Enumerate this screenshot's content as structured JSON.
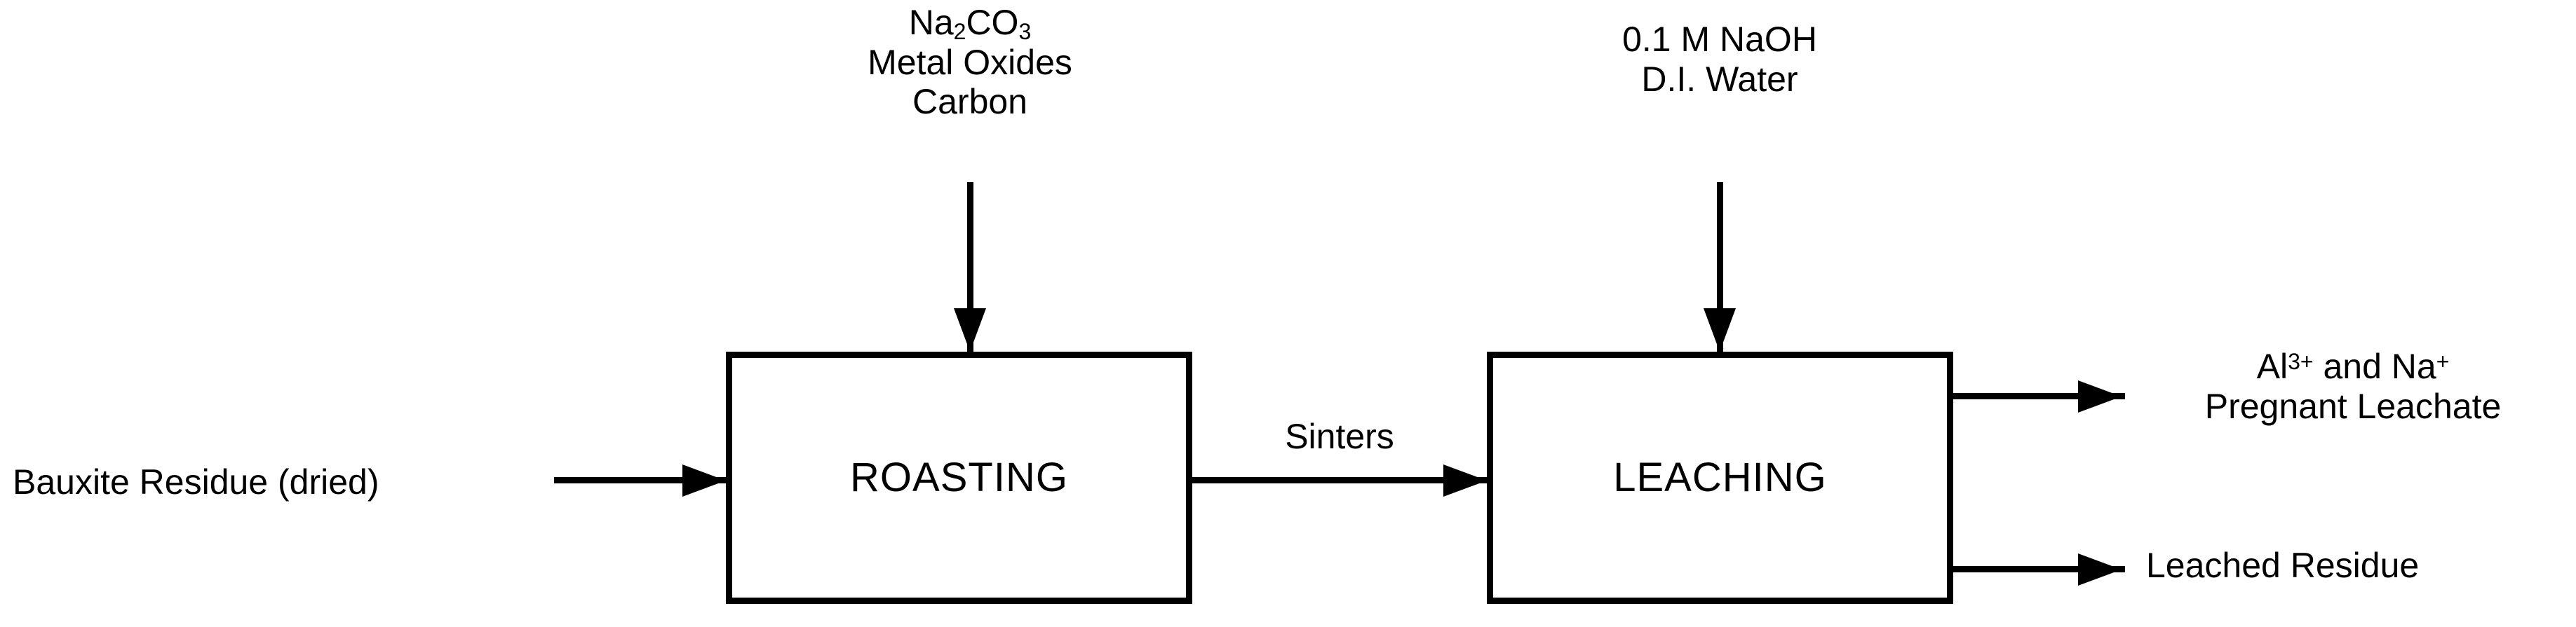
{
  "diagram": {
    "type": "process-flow-diagram",
    "title": "Bauxite Residue Roasting and Leaching Process Flow",
    "background_color": "#ffffff",
    "line_color": "#000000",
    "text_color": "#000000"
  },
  "processes": [
    {
      "id": "roasting",
      "label": "ROASTING"
    },
    {
      "id": "leaching",
      "label": "LEACHING"
    }
  ],
  "streams": {
    "feed": {
      "label": "Bauxite Residue (dried)",
      "target": "roasting"
    },
    "roasting_additives": {
      "lines": [
        "Na2CO3",
        "Metal Oxides",
        "Carbon"
      ],
      "line1_prefix": "Na",
      "line1_sub1": "2",
      "line1_mid": "CO",
      "line1_sub2": "3",
      "line2": "Metal Oxides",
      "line3": "Carbon",
      "target": "roasting"
    },
    "intermediate": {
      "label": "Sinters",
      "source": "roasting",
      "target": "leaching"
    },
    "leaching_additives": {
      "lines": [
        "0.1 M NaOH",
        "D.I. Water"
      ],
      "line1": "0.1 M NaOH",
      "line2": "D.I. Water",
      "target": "leaching"
    },
    "product_liquid": {
      "line1_prefix": "Al",
      "line1_sup1": "3+",
      "line1_mid": " and Na",
      "line1_sup2": "+",
      "line2": "Pregnant Leachate",
      "source": "leaching"
    },
    "product_solid": {
      "label": "Leached Residue",
      "source": "leaching"
    }
  }
}
